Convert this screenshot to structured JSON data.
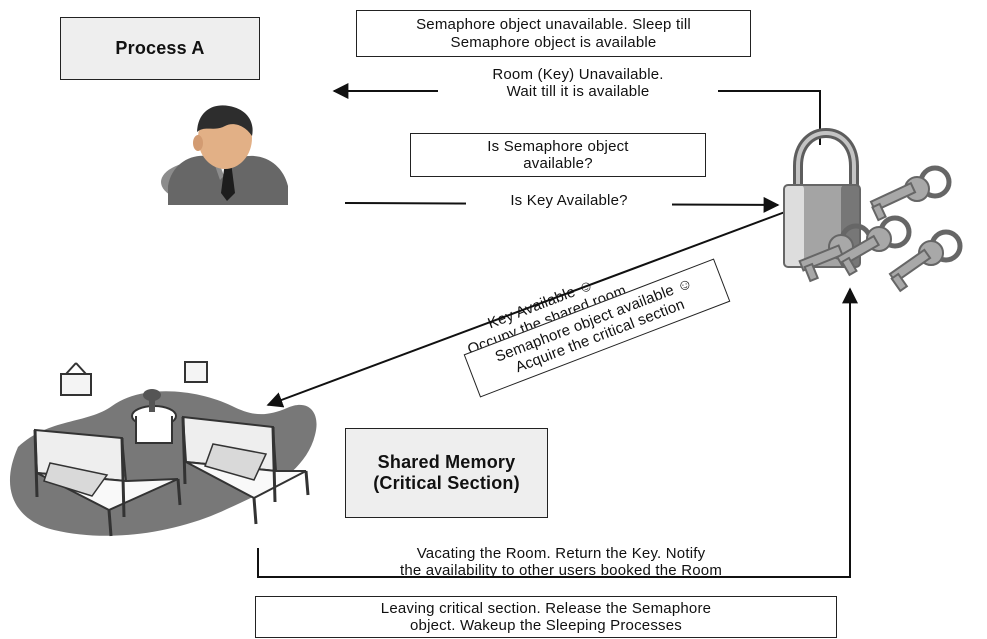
{
  "nodes": {
    "process_a": "Process A",
    "shared_memory": "Shared Memory\n(Critical Section)"
  },
  "notes": {
    "semaphore_unavailable": "Semaphore object unavailable. Sleep till\nSemaphore object is available",
    "room_unavailable": "Room (Key) Unavailable.\nWait till it is available",
    "is_semaphore_available": "Is Semaphore object\navailable?",
    "is_key_available": "Is Key Available?",
    "key_available": "Key Available ☺\nOccupy the shared room",
    "semaphore_available": "Semaphore object available ☺\nAcquire the critical section",
    "vacating_room": "Vacating the Room. Return the Key. Notify\nthe availability to other users booked the Room",
    "leaving_critical": "Leaving critical section. Release the Semaphore\nobject. Wakeup the Sleeping Processes"
  },
  "icons": {
    "person": "person-icon",
    "padlock": "padlock-icon",
    "keys": "keys-icon",
    "room": "bedroom-icon"
  },
  "colors": {
    "line": "#111111",
    "shade_box": "#eeeeee",
    "skin": "#e3b48c",
    "suit": "#6b6b6b",
    "metal": "#9a9a9a",
    "room": "#7a7a7a"
  }
}
